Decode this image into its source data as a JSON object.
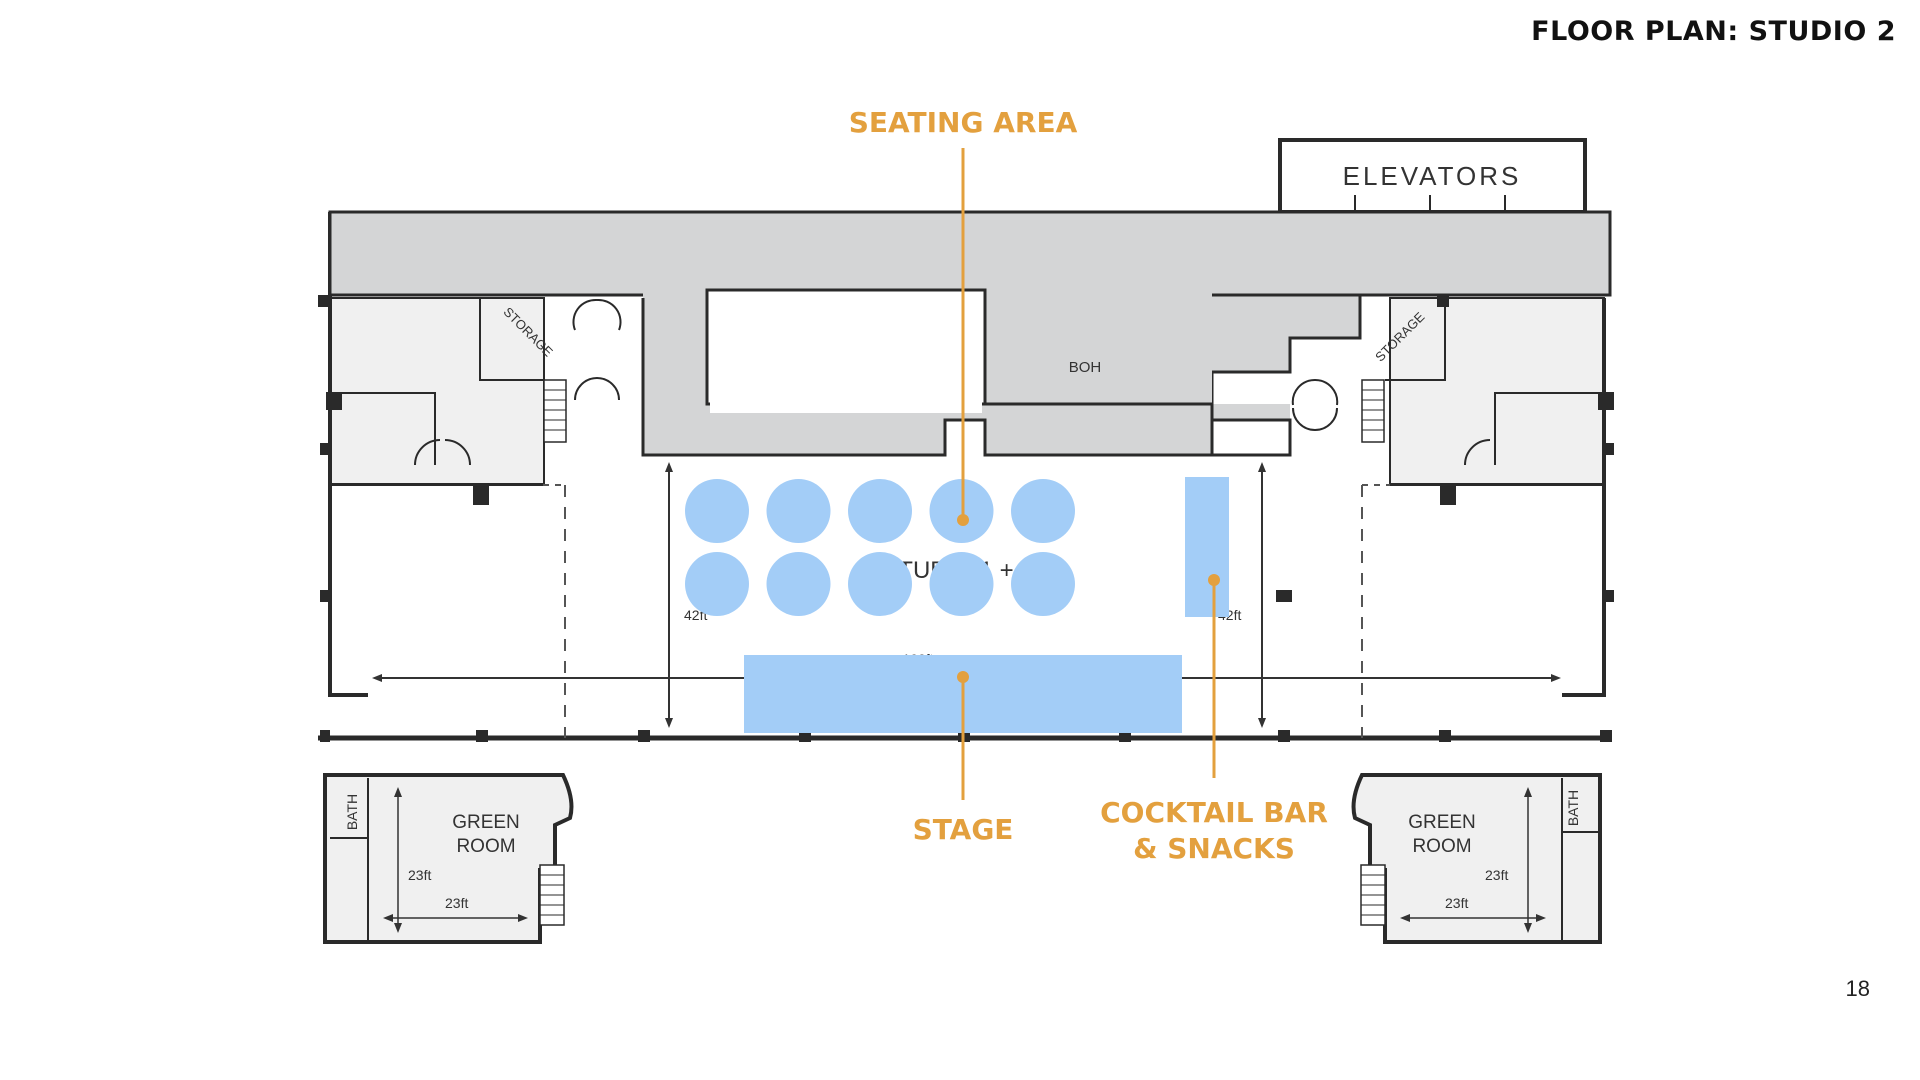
{
  "header": {
    "title": "FLOOR PLAN: STUDIO 2"
  },
  "footer": {
    "page_number": "18"
  },
  "colors": {
    "accent": "#E3A03E",
    "furniture": "#A3CDF7",
    "corridor_fill": "#D4D5D6",
    "support_fill": "#F0F0F0",
    "wall": "#2A2A2A"
  },
  "callouts": {
    "seating": "SEATING AREA",
    "stage": "STAGE",
    "bar_line1": "COCKTAIL BAR",
    "bar_line2": "& SNACKS"
  },
  "rooms": {
    "elevators": "ELEVATORS",
    "boh": "BOH",
    "main": "STUDIO 1 + 2",
    "storage": "STORAGE",
    "bath": "BATH",
    "green_room_line1": "GREEN",
    "green_room_line2": "ROOM"
  },
  "dimensions": {
    "width": "190ft",
    "depth_left": "42ft",
    "depth_right": "42ft",
    "green_room_w": "23ft",
    "green_room_h": "23ft"
  },
  "seating": {
    "rows": 2,
    "tables_per_row": 5
  }
}
